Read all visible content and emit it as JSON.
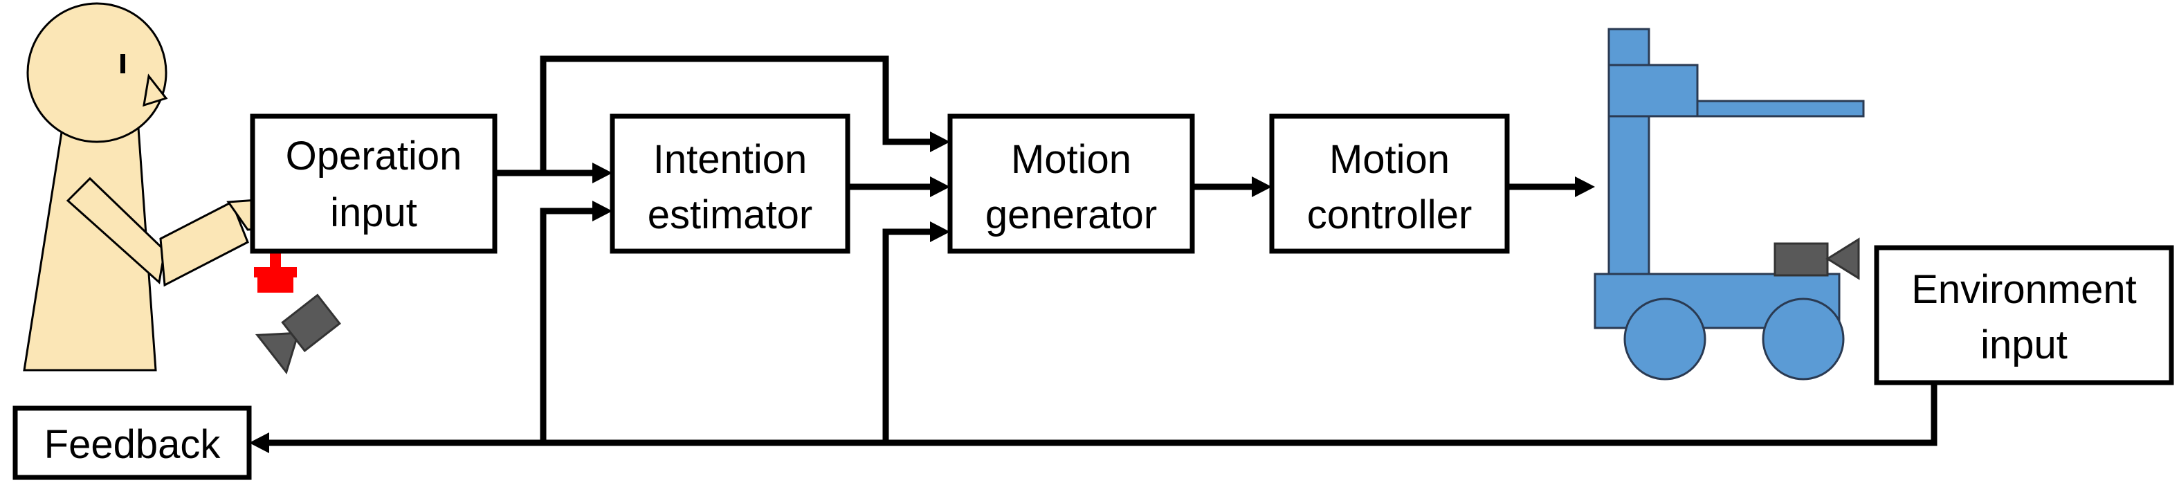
{
  "blocks": {
    "operation_input": {
      "line1": "Operation",
      "line2": "input"
    },
    "intention_estimator": {
      "line1": "Intention",
      "line2": "estimator"
    },
    "motion_generator": {
      "line1": "Motion",
      "line2": "generator"
    },
    "motion_controller": {
      "line1": "Motion",
      "line2": "controller"
    },
    "environment_input": {
      "line1": "Environment",
      "line2": "input"
    },
    "feedback": {
      "label": "Feedback"
    }
  },
  "colors": {
    "person_skin": "#fbe6b6",
    "joystick": "#ff0000",
    "camera": "#595959",
    "robot": "#5b9bd5"
  },
  "icons": {
    "operator": "person-icon",
    "joystick": "joystick-icon",
    "operator_camera": "camera-icon",
    "robot": "mobile-robot-icon",
    "robot_camera": "camera-icon"
  }
}
